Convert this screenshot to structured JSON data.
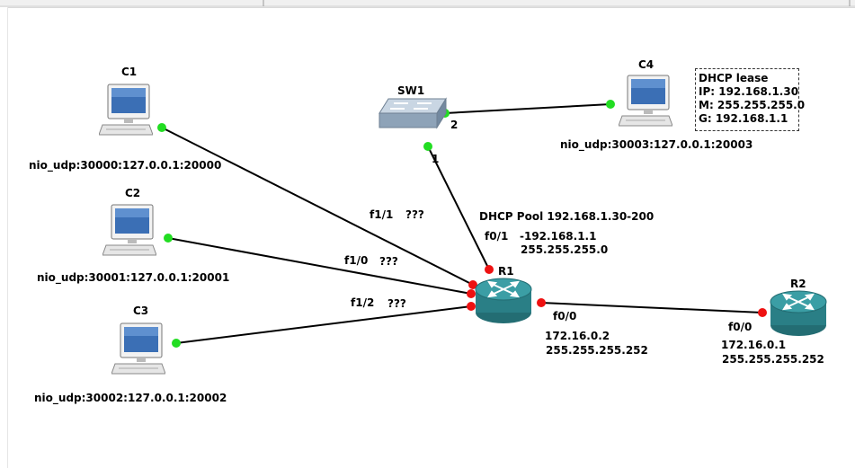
{
  "nodes": {
    "c1": {
      "name": "C1",
      "nio": "nio_udp:30000:127.0.0.1:20000"
    },
    "c2": {
      "name": "C2",
      "nio": "nio_udp:30001:127.0.0.1:20001"
    },
    "c3": {
      "name": "C3",
      "nio": "nio_udp:30002:127.0.0.1:20002"
    },
    "c4": {
      "name": "C4",
      "nio": "nio_udp:30003:127.0.0.1:20003"
    },
    "sw1": {
      "name": "SW1"
    },
    "r1": {
      "name": "R1"
    },
    "r2": {
      "name": "R2"
    }
  },
  "ports": {
    "sw1_port2": "2",
    "sw1_port1": "1",
    "r1_f1_1": "f1/1",
    "r1_f1_0": "f1/0",
    "r1_f1_2": "f1/2",
    "r1_f0_1": "f0/1",
    "r1_f0_0": "f0/0",
    "r2_f0_0": "f0/0"
  },
  "unknown": {
    "f1_1": "???",
    "f1_0": "???",
    "f1_2": "???"
  },
  "dhcp_pool": "DHCP Pool 192.168.1.30-200",
  "r1_f0_1_ip": "-192.168.1.1",
  "r1_f0_1_mask": "255.255.255.0",
  "r1_f0_0_ip": "172.16.0.2",
  "r1_f0_0_mask": "255.255.255.252",
  "r2_f0_0_ip": "172.16.0.1",
  "r2_f0_0_mask": "255.255.255.252",
  "dhcp_lease": {
    "title": "DHCP lease",
    "ip": "IP: 192.168.1.30",
    "mask": "M: 255.255.255.0",
    "gateway": "G: 192.168.1.1"
  },
  "colors": {
    "link": "#000000",
    "up": "#22dd22",
    "down": "#ee1111",
    "router": "#2f8f95",
    "monitor_screen": "#3b6fb5"
  }
}
